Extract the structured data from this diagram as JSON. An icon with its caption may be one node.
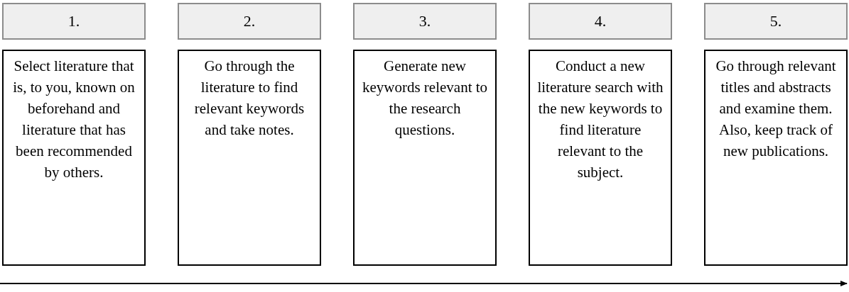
{
  "diagram": {
    "nodes": [
      {
        "text": [
          "1."
        ]
      },
      {
        "text": [
          "Select literature that is, to you, known on beforehand and literature that has been recommended by others."
        ]
      },
      {
        "text": [
          "2."
        ]
      },
      {
        "text": [
          "Go through the literature to find relevant keywords and take notes."
        ]
      },
      {
        "text": [
          "3."
        ]
      },
      {
        "text": [
          "Generate new keywords relevant to the research questions."
        ]
      },
      {
        "text": [
          "4."
        ]
      },
      {
        "text": [
          "Conduct a new literature search with the new keywords to find literature relevant to the subject."
        ]
      },
      {
        "text": [
          "5."
        ]
      },
      {
        "text": [
          "Go through relevant titles and abstracts and examine them. Also, keep track of new publications."
        ]
      }
    ]
  }
}
